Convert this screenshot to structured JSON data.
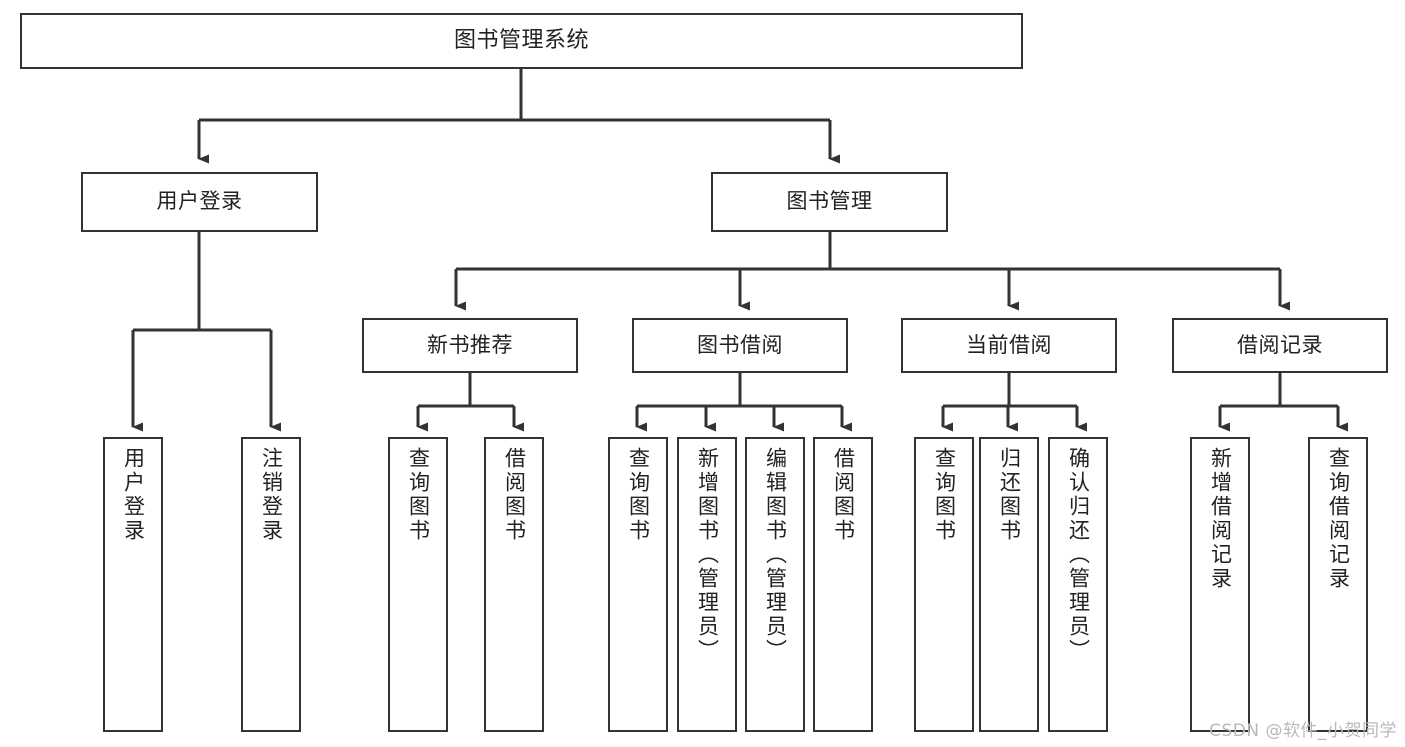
{
  "diagram": {
    "title": "图书管理系统",
    "type": "tree-hierarchy-chart",
    "root": {
      "label": "图书管理系统"
    },
    "level2": [
      {
        "label": "用户登录"
      },
      {
        "label": "图书管理"
      }
    ],
    "level3": [
      {
        "label": "新书推荐"
      },
      {
        "label": "图书借阅"
      },
      {
        "label": "当前借阅"
      },
      {
        "label": "借阅记录"
      }
    ],
    "leaves": {
      "user_login": [
        {
          "label": "用户登录"
        },
        {
          "label": "注销登录"
        }
      ],
      "new_book_recommend": [
        {
          "label": "查询图书"
        },
        {
          "label": "借阅图书"
        }
      ],
      "book_borrow": [
        {
          "label": "查询图书"
        },
        {
          "label": "新增图书（管理员）"
        },
        {
          "label": "编辑图书（管理员）"
        },
        {
          "label": "借阅图书"
        }
      ],
      "current_borrow": [
        {
          "label": "查询图书"
        },
        {
          "label": "归还图书"
        },
        {
          "label": "确认归还（管理员）"
        }
      ],
      "borrow_record": [
        {
          "label": "新增借阅记录"
        },
        {
          "label": "查询借阅记录"
        }
      ]
    }
  },
  "watermark": {
    "text": "CSDN @软件_小贺同学"
  },
  "colors": {
    "stroke": "#333333",
    "text": "#222222",
    "background": "#ffffff",
    "watermark": "#b9b9b9"
  }
}
